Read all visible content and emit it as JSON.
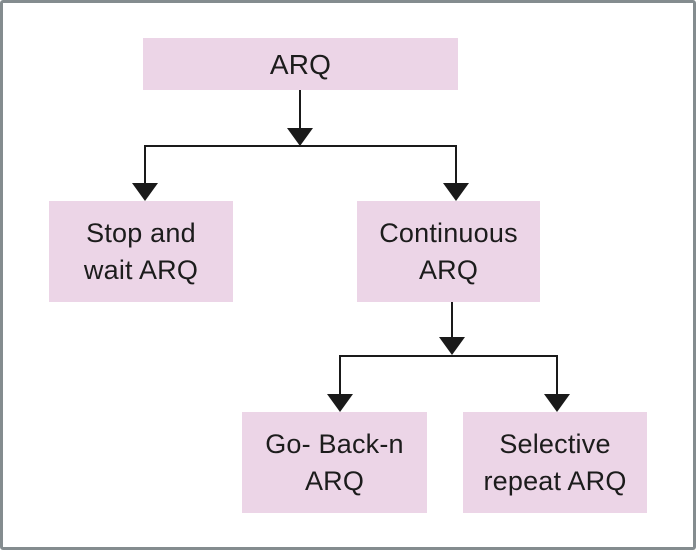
{
  "diagram": {
    "type": "tree",
    "description": "ARQ protocol classification hierarchy",
    "colors": {
      "node_fill": "#ecd5e7",
      "line": "#1a1a1a",
      "text": "#1c1c1c",
      "frame_border": "#848c8f",
      "background": "#ffffff"
    },
    "nodes": {
      "root": {
        "label": "ARQ"
      },
      "stop_and_wait": {
        "label": "Stop and\nwait ARQ"
      },
      "continuous": {
        "label": "Continuous\nARQ"
      },
      "go_back_n": {
        "label": "Go- Back-n\nARQ"
      },
      "selective_repeat": {
        "label": "Selective\nrepeat ARQ"
      }
    },
    "edges": [
      {
        "from": "ARQ",
        "to": "Stop and wait ARQ"
      },
      {
        "from": "ARQ",
        "to": "Continuous ARQ"
      },
      {
        "from": "Continuous ARQ",
        "to": "Go- Back-n ARQ"
      },
      {
        "from": "Continuous ARQ",
        "to": "Selective repeat ARQ"
      }
    ]
  }
}
